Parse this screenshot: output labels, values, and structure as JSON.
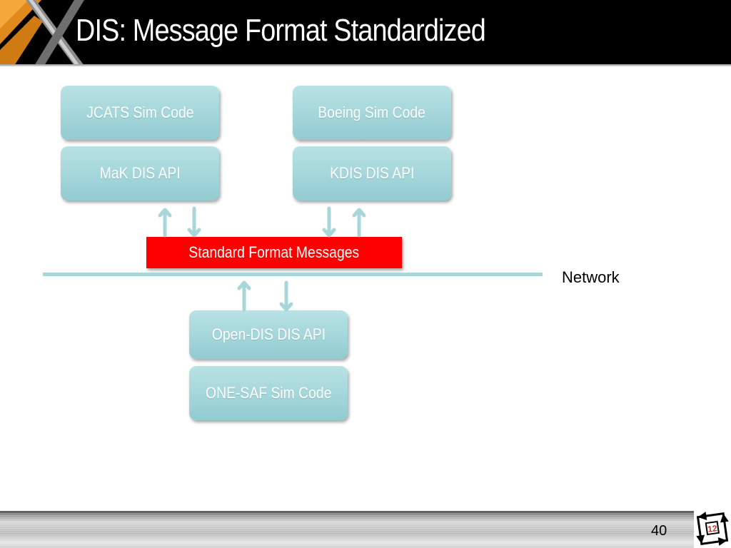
{
  "slide": {
    "title": "DIS: Message Format Standardized",
    "page_number": "40"
  },
  "diagram": {
    "top_left_stack": [
      "JCATS Sim Code",
      "MaK DIS API"
    ],
    "top_right_stack": [
      "Boeing Sim Code",
      "KDIS DIS API"
    ],
    "bus_label": "Standard Format Messages",
    "network_label": "Network",
    "bottom_stack": [
      "Open-DIS DIS API",
      "ONE-SAF Sim Code"
    ],
    "colors": {
      "box": "#a3d6da",
      "bus": "#ff0000",
      "network_line": "#a9d6d9",
      "arrow": "#a9d6d9"
    }
  },
  "footer_logo": {
    "badge_text": "12",
    "icon": "square-spiral-badge-icon"
  }
}
